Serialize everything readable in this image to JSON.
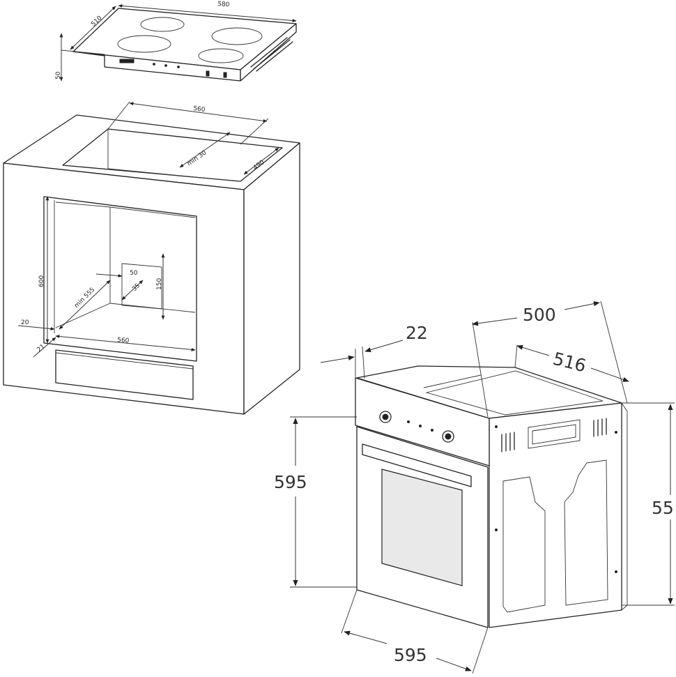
{
  "hob": {
    "width_label": "580",
    "depth_label": "510",
    "height_label": "50"
  },
  "cabinet": {
    "top_width_label": "560",
    "top_gap_label": "min 30",
    "top_depth_label": "490",
    "height_label": "600",
    "bottom_width_label": "560",
    "min_depth_label": "min 555",
    "notch_width_label": "50",
    "notch_depth_label": "35",
    "notch_height_label": "150",
    "side_offset_label": "20",
    "front_offset_label": "21"
  },
  "oven": {
    "panel_label": "22",
    "depth_label": "500",
    "body_depth_label": "516",
    "front_height_label": "595",
    "side_height_label": "55",
    "front_width_label": "595"
  }
}
